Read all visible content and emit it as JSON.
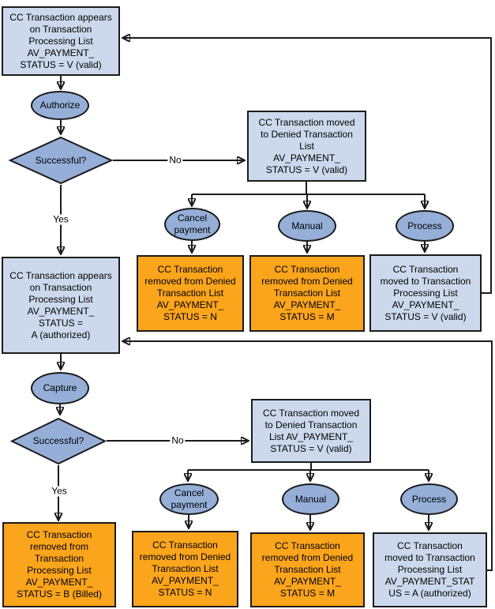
{
  "colors": {
    "box_fill": "#ccd9ec",
    "accent_fill": "#95afd8",
    "orange_fill": "#fba51c",
    "border": "#1b1b1b"
  },
  "nodes": {
    "start": {
      "label": "CC Transaction appears\non Transaction\nProcessing List\nAV_PAYMENT_\nSTATUS = V (valid)"
    },
    "authorize": {
      "label": "Authorize"
    },
    "decision1": {
      "label": "Successful?"
    },
    "denied1": {
      "label": "CC Transaction moved\nto Denied Transaction\nList\nAV_PAYMENT_\nSTATUS = V (valid)"
    },
    "cancel1": {
      "label": "Cancel\npayment"
    },
    "manual1": {
      "label": "Manual"
    },
    "process1": {
      "label": "Process"
    },
    "removed_n1": {
      "label": "CC Transaction\nremoved from Denied\nTransaction List\nAV_PAYMENT_\nSTATUS = N"
    },
    "removed_m1": {
      "label": "CC Transaction\nremoved from Denied\nTransaction List\nAV_PAYMENT_\nSTATUS = M"
    },
    "moved_v": {
      "label": "CC Transaction\nmoved to Transaction\nProcessing List\nAV_PAYMENT_\nSTATUS = V (valid)"
    },
    "authorized": {
      "label": "CC Transaction appears\non Transaction\nProcessing List\nAV_PAYMENT_\nSTATUS =\nA (authorized)"
    },
    "capture": {
      "label": "Capture"
    },
    "decision2": {
      "label": "Successful?"
    },
    "denied2": {
      "label": "CC Transaction moved\nto Denied Transaction\nList AV_PAYMENT_\nSTATUS = V (valid)"
    },
    "cancel2": {
      "label": "Cancel\npayment"
    },
    "manual2": {
      "label": "Manual"
    },
    "process2": {
      "label": "Process"
    },
    "billed": {
      "label": "CC Transaction\nremoved from\nTransaction\nProcessing List\nAV_PAYMENT_\nSTATUS = B (Billed)"
    },
    "removed_n2": {
      "label": "CC Transaction\nremoved from Denied\nTransaction List\nAV_PAYMENT_\nSTATUS = N"
    },
    "removed_m2": {
      "label": "CC Transaction\nremoved from Denied\nTransaction List\nAV_PAYMENT_\nSTATUS = M"
    },
    "moved_a": {
      "label": "CC Transaction\nmoved  to Transaction\nProcessing List\nAV_PAYMENT_STAT\nUS = A (authorized)"
    }
  },
  "edge_labels": {
    "no1": "No",
    "yes1": "Yes",
    "no2": "No",
    "yes2": "Yes"
  }
}
